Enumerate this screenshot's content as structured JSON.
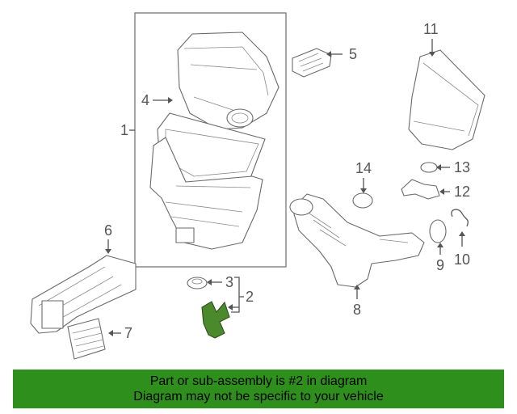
{
  "diagram": {
    "callouts": {
      "c1": "1",
      "c2": "2",
      "c3": "3",
      "c4": "4",
      "c5": "5",
      "c6": "6",
      "c7": "7",
      "c8": "8",
      "c9": "9",
      "c10": "10",
      "c11": "11",
      "c12": "12",
      "c13": "13",
      "c14": "14"
    },
    "highlighted_part": "2",
    "highlight_color": "#4a8a2c"
  },
  "banner": {
    "line1": "Part or sub-assembly is #2 in diagram",
    "line2": "Diagram may not be specific to your vehicle",
    "background": "#2f8f1d"
  }
}
